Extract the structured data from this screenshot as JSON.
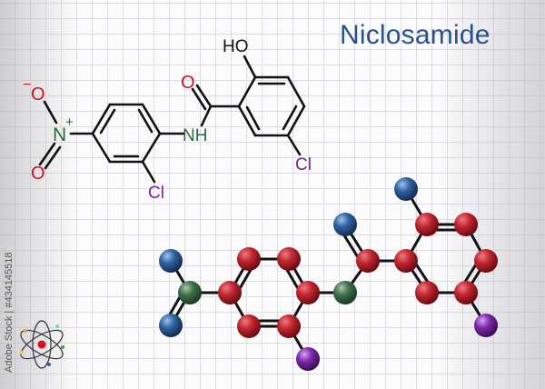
{
  "title": "Niclosamide",
  "watermark": "Adobe Stock | #434145518",
  "structural_formula": {
    "labels": {
      "o_minus": "O",
      "minus_sign": "−",
      "nitro_n": "N",
      "plus_sign": "+",
      "nitro_o": "O",
      "amide_n": "NH",
      "carbonyl_o": "O",
      "hydroxyl": "HO",
      "cl_left": "Cl",
      "cl_right": "Cl"
    }
  },
  "ball_and_stick": {
    "colors": {
      "carbon": "#b8222c",
      "oxygen": "#2e5d96",
      "nitrogen": "#3e6e4a",
      "chlorine": "#7a2aa6"
    }
  },
  "colors": {
    "title": "#2b5187",
    "oxygen_label": "#c8141e",
    "nitrogen_label": "#2c6a3a",
    "chlorine_label": "#7b2196",
    "bond": "#111111"
  },
  "icons": {
    "atom": "atom-icon"
  }
}
